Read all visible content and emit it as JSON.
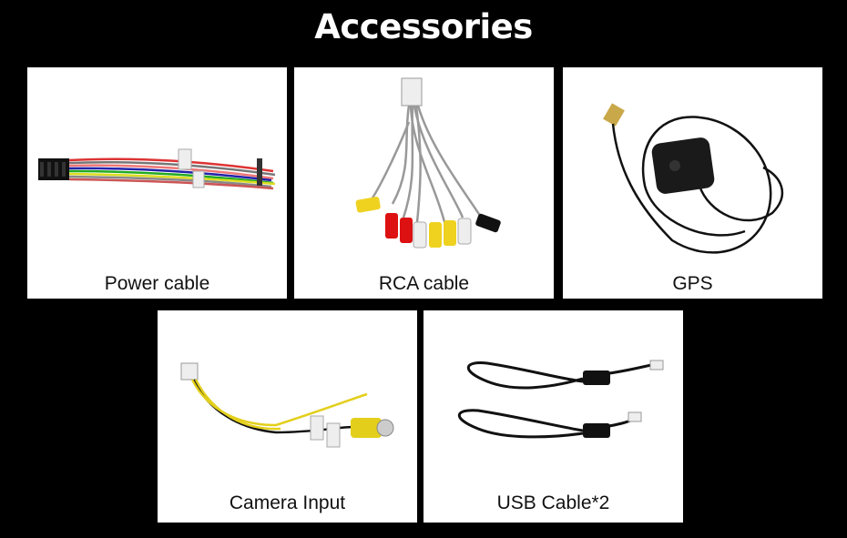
{
  "title": "Accessories",
  "items": [
    {
      "label": "Power cable",
      "icon": "power-cable-image"
    },
    {
      "label": "RCA cable",
      "icon": "rca-cable-image"
    },
    {
      "label": "GPS",
      "icon": "gps-antenna-image"
    },
    {
      "label": "Camera Input",
      "icon": "camera-input-cable-image"
    },
    {
      "label": "USB Cable*2",
      "icon": "usb-cable-image"
    }
  ],
  "colors": {
    "background": "#000000",
    "card": "#ffffff",
    "title": "#ffffff",
    "caption": "#111111"
  }
}
